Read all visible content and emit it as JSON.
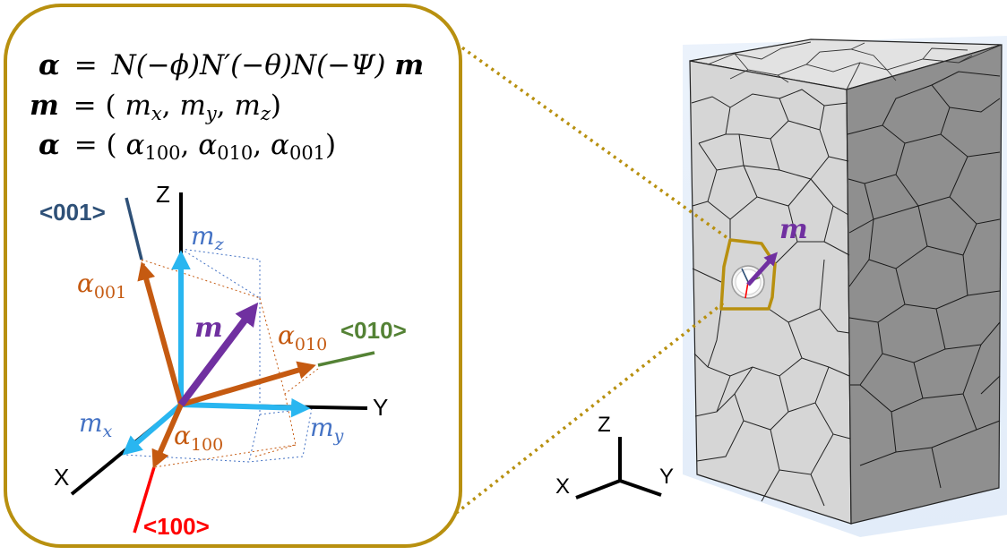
{
  "equations": {
    "alpha_def": {
      "lhs": "α",
      "eq": "=",
      "rhs_plain": "N(−ϕ)N′(−θ)N(−Ψ)",
      "rhs_bold": "m"
    },
    "m_def": {
      "lhs": "m",
      "eq": "= (",
      "c1": "m",
      "c1_sub": "x",
      "sep1": ", ",
      "c2": "m",
      "c2_sub": "y",
      "sep2": ", ",
      "c3": "m",
      "c3_sub": "z",
      "close": ")"
    },
    "alpha_comp": {
      "lhs": "α",
      "eq": "= (",
      "c1": "α",
      "c1_sub": "100",
      "sep1": ",",
      "c2": "α",
      "c2_sub": "010",
      "sep2": ",",
      "c3": "α",
      "c3_sub": "001",
      "close": ")"
    }
  },
  "axes": {
    "X": "X",
    "Y": "Y",
    "Z": "Z"
  },
  "crystal_dirs": {
    "d001": "<001>",
    "d010": "<010>",
    "d100": "<100>"
  },
  "vectors": {
    "m": "m",
    "mx": {
      "base": "m",
      "sub": "x"
    },
    "my": {
      "base": "m",
      "sub": "y"
    },
    "mz": {
      "base": "m",
      "sub": "z"
    },
    "a001": {
      "base": "α",
      "sub": "001"
    },
    "a010": {
      "base": "α",
      "sub": "010"
    },
    "a100": {
      "base": "α",
      "sub": "100"
    }
  },
  "sample": {
    "m_label": "m",
    "axes": {
      "X": "X",
      "Y": "Y",
      "Z": "Z"
    }
  },
  "colors": {
    "frame": "#b8900f",
    "m_vector": "#7030a0",
    "m_components": "#29b6f0",
    "alpha_vectors": "#c55a11",
    "dir_001": "#2e5077",
    "dir_010": "#548235",
    "dir_100": "#ff0000",
    "lab_axes": "#000000"
  }
}
